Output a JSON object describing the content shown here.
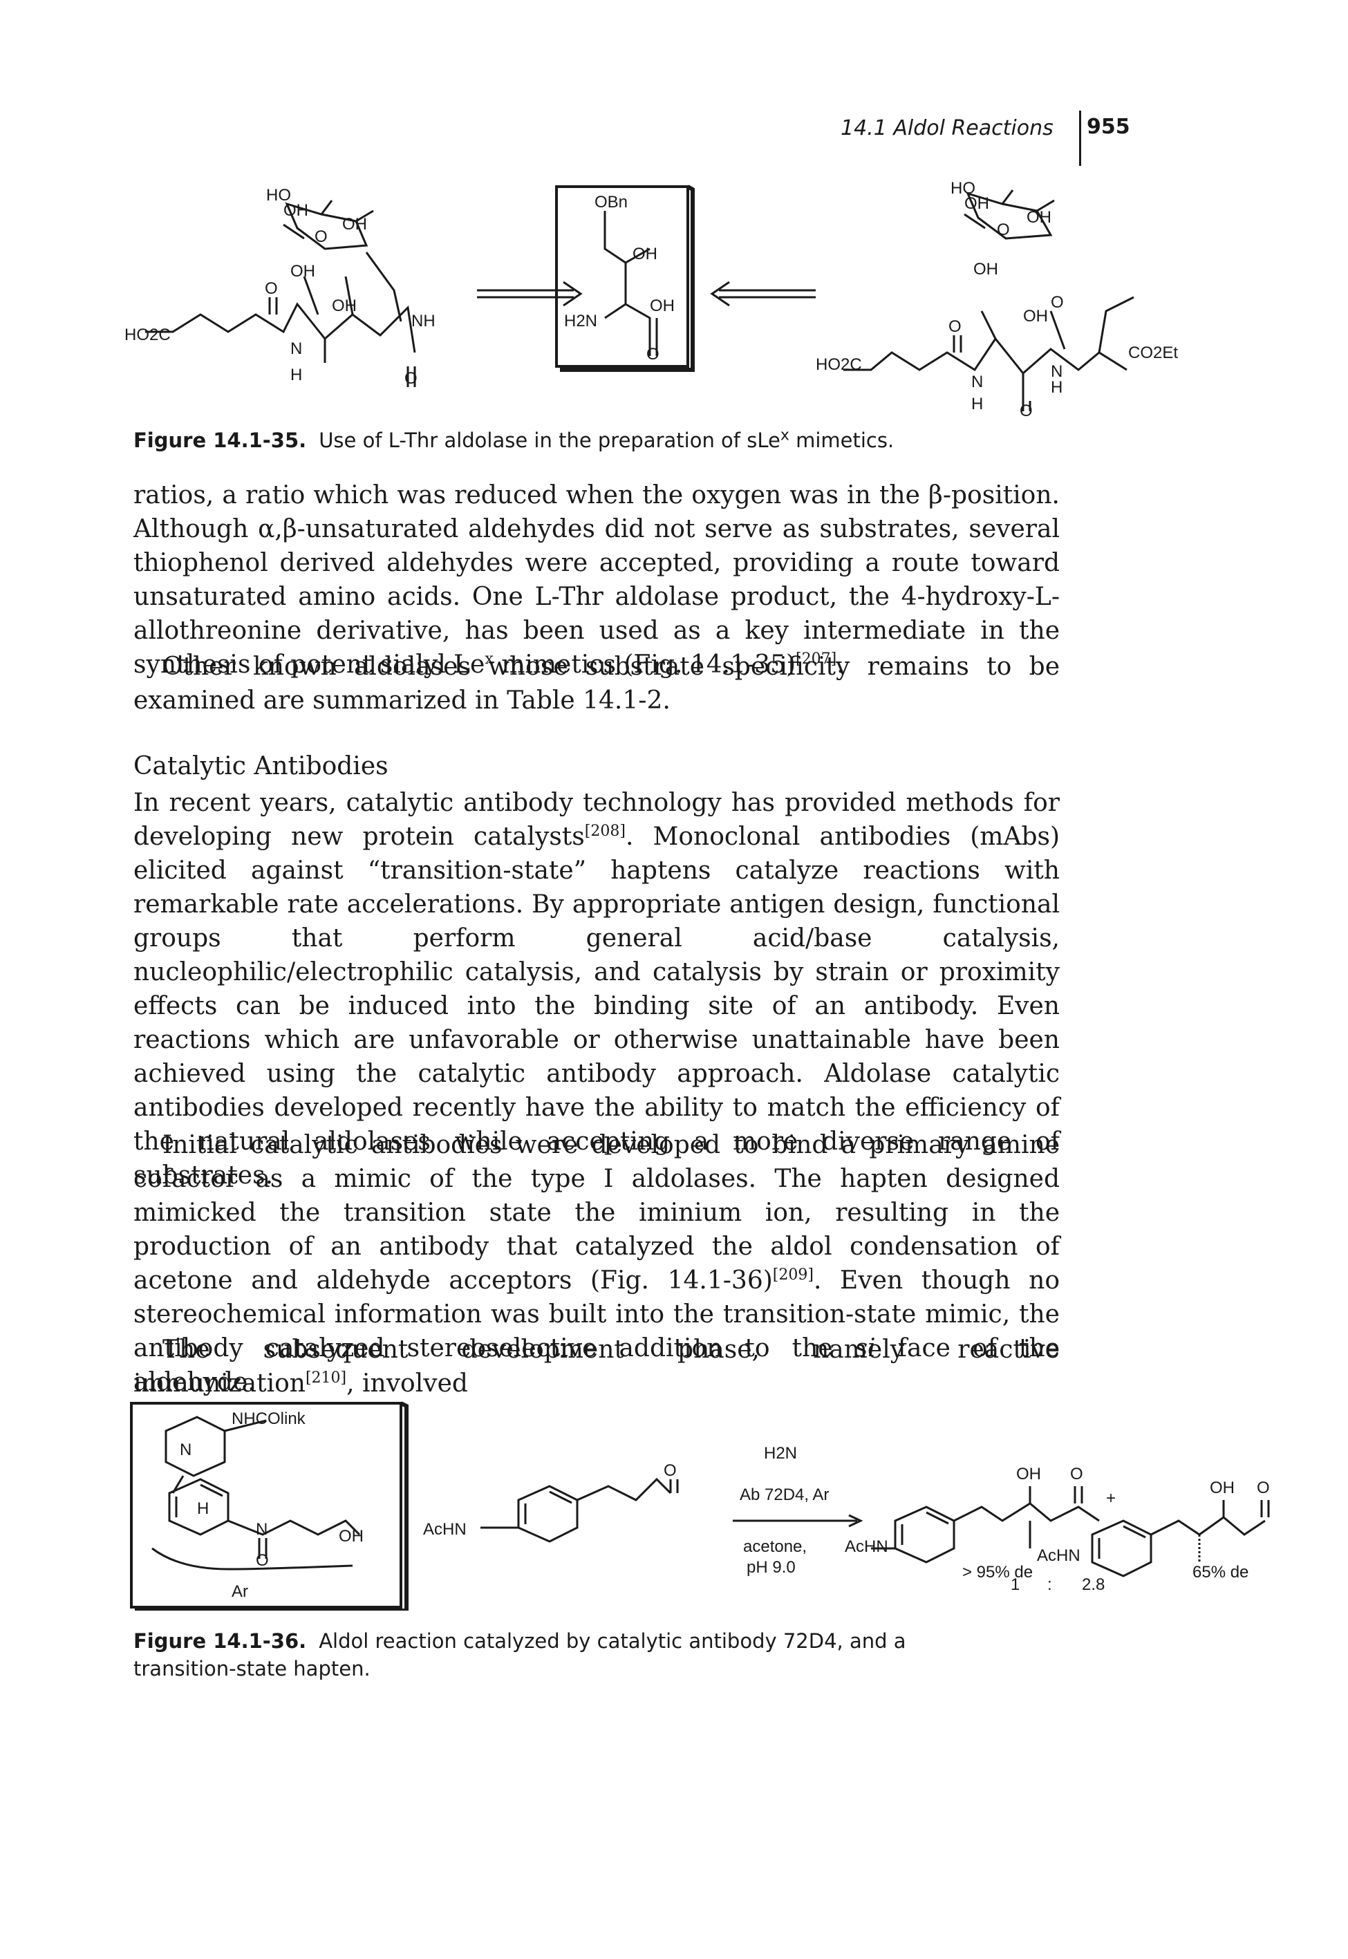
{
  "header": {
    "running_title": "14.1 Aldol Reactions",
    "page_number": "955"
  },
  "figure1": {
    "caption_label": "Figure 14.1-35.",
    "caption_text": "Use of L-Thr aldolase in the preparation of sLe",
    "caption_sup": "x",
    "caption_tail": " mimetics.",
    "labels": {
      "ho": "HO",
      "oh": "OH",
      "o": "O",
      "nh": "NH",
      "n": "N",
      "h": "H",
      "ho2c": "HO2C",
      "obn": "OBn",
      "h2n": "H2N",
      "co2et": "CO2Et"
    }
  },
  "body": {
    "p1_a": "ratios, a ratio which was reduced when the oxygen was in the β-position. Although α,β-unsaturated aldehydes did not serve as substrates, several thiophenol derived aldehydes were accepted, providing a route toward unsaturated amino acids. One L-Thr aldolase product, the 4-hydroxy-L-allothreonine derivative, has been used as a key intermediate in the synthesis of potent sialyl Le",
    "p1_sup1": "x",
    "p1_b": " mimetics (Fig. 14.1-35)",
    "p1_ref": "[207]",
    "p1_c": ".",
    "p2": "Other known aldolases whose substrate specificity remains to be examined are summarized in Table 14.1-2.",
    "section_heading": "Catalytic Antibodies",
    "p3_a": "In recent years, catalytic antibody technology has provided methods for developing new protein catalysts",
    "p3_ref": "[208]",
    "p3_b": ". Monoclonal antibodies (mAbs) elicited against “transition-state” haptens catalyze reactions with remarkable rate accelerations. By appropriate antigen design, functional groups that perform general acid/base catalysis, nucleophilic/electrophilic catalysis, and catalysis by strain or proximity effects can be induced into the binding site of an antibody. Even reactions which are unfavorable or otherwise unattainable have been achieved using the catalytic antibody approach. Aldolase catalytic antibodies developed recently have the ability to match the efficiency of the natural aldolases while accepting a more diverse range of substrates.",
    "p4_a": "Initial catalytic antibodies were developed to bind a primary amine cofactor as a mimic of the type I aldolases. The hapten designed mimicked the transition state the iminium ion, resulting in the production of an antibody that catalyzed the aldol condensation of acetone and aldehyde acceptors (Fig. 14.1-36)",
    "p4_ref": "[209]",
    "p4_b": ". Even though no stereochemical information was built into the transition-state mimic, the antibody catalyzed stereoselective addition to the ",
    "p4_si": "si",
    "p4_c": " face of the aldehyde.",
    "p5_a": "The subsequent development phase, namely reactive immunization",
    "p5_ref": "[210]",
    "p5_b": ", involved"
  },
  "figure2": {
    "caption_label": "Figure 14.1-36.",
    "caption_text": "Aldol reaction catalyzed by catalytic antibody 72D4, and a transition-state hapten.",
    "hapten": {
      "nhcolink": "NHCOlink",
      "n_plus": "N",
      "h": "H",
      "n": "N",
      "oh": "OH",
      "o": "O",
      "ar": "Ar"
    },
    "reagents": {
      "amine": "H2N",
      "antibody": "Ab 72D4, Ar",
      "solvent": "acetone,",
      "ph": "pH 9.0"
    },
    "substrate": {
      "achn": "AcHN",
      "o": "O"
    },
    "product1": {
      "achn": "AcHN",
      "oh": "OH",
      "o": "O",
      "de": "> 95% de"
    },
    "plus": "+",
    "product2": {
      "achn": "AcHN",
      "oh": "OH",
      "o": "O",
      "de": "65% de"
    },
    "ratio": {
      "left": "1",
      "colon": ":",
      "right": "2.8"
    }
  }
}
